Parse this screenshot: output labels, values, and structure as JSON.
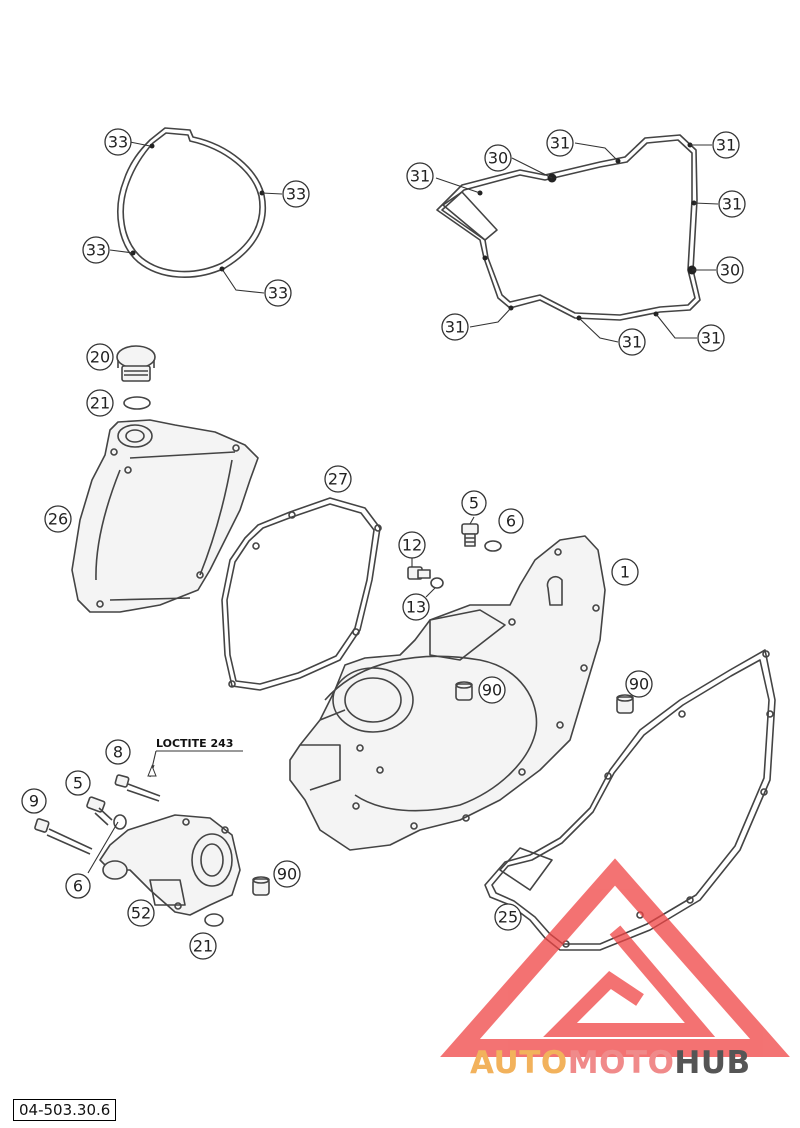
{
  "diagram": {
    "callouts": [
      {
        "id": "c33a",
        "label": "33"
      },
      {
        "id": "c33b",
        "label": "33"
      },
      {
        "id": "c33c",
        "label": "33"
      },
      {
        "id": "c33d",
        "label": "33"
      },
      {
        "id": "c31a",
        "label": "31"
      },
      {
        "id": "c31b",
        "label": "31"
      },
      {
        "id": "c31c",
        "label": "31"
      },
      {
        "id": "c31d",
        "label": "31"
      },
      {
        "id": "c31e",
        "label": "31"
      },
      {
        "id": "c31f",
        "label": "31"
      },
      {
        "id": "c31g",
        "label": "31"
      },
      {
        "id": "c30a",
        "label": "30"
      },
      {
        "id": "c30b",
        "label": "30"
      },
      {
        "id": "c20",
        "label": "20"
      },
      {
        "id": "c21a",
        "label": "21"
      },
      {
        "id": "c26",
        "label": "26"
      },
      {
        "id": "c27",
        "label": "27"
      },
      {
        "id": "c5a",
        "label": "5"
      },
      {
        "id": "c6a",
        "label": "6"
      },
      {
        "id": "c12",
        "label": "12"
      },
      {
        "id": "c13",
        "label": "13"
      },
      {
        "id": "c1",
        "label": "1"
      },
      {
        "id": "c90a",
        "label": "90"
      },
      {
        "id": "c90b",
        "label": "90"
      },
      {
        "id": "c8",
        "label": "8"
      },
      {
        "id": "c5b",
        "label": "5"
      },
      {
        "id": "c9",
        "label": "9"
      },
      {
        "id": "c6b",
        "label": "6"
      },
      {
        "id": "c90c",
        "label": "90"
      },
      {
        "id": "c52",
        "label": "52"
      },
      {
        "id": "c21b",
        "label": "21"
      },
      {
        "id": "c25",
        "label": "25"
      }
    ],
    "note": "LOCTITE 243",
    "drawing_code": "04-503.30.6"
  },
  "watermark": {
    "part1": "AUTO",
    "part2": "MOTO",
    "part3": "HUB",
    "colors": {
      "auto": "#f2b25c",
      "moto": "#f08a8a",
      "hub": "#555555",
      "triangle": "#ef4444"
    }
  }
}
